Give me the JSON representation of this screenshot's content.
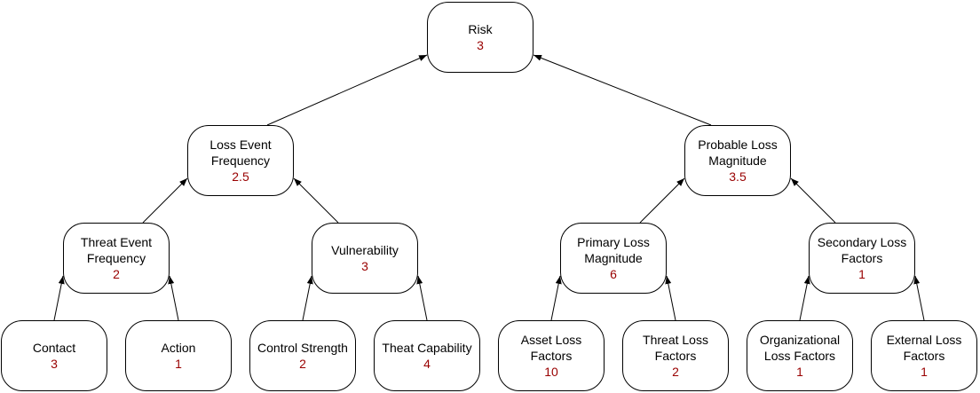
{
  "colors": {
    "value": "#990000",
    "border": "#000000",
    "edge": "#000000"
  },
  "nodes": {
    "risk": {
      "label": "Risk",
      "value": "3"
    },
    "lef": {
      "label": "Loss Event\nFrequency",
      "value": "2.5"
    },
    "plm": {
      "label": "Probable Loss\nMagnitude",
      "value": "3.5"
    },
    "tef": {
      "label": "Threat Event\nFrequency",
      "value": "2"
    },
    "vuln": {
      "label": "Vulnerability",
      "value": "3"
    },
    "prim": {
      "label": "Primary Loss\nMagnitude",
      "value": "6"
    },
    "sec": {
      "label": "Secondary Loss\nFactors",
      "value": "1"
    },
    "contact": {
      "label": "Contact",
      "value": "3"
    },
    "action": {
      "label": "Action",
      "value": "1"
    },
    "cs": {
      "label": "Control Strength",
      "value": "2"
    },
    "tc": {
      "label": "Theat Capability",
      "value": "4"
    },
    "alf": {
      "label": "Asset Loss\nFactors",
      "value": "10"
    },
    "tlf": {
      "label": "Threat Loss\nFactors",
      "value": "2"
    },
    "olf": {
      "label": "Organizational\nLoss Factors",
      "value": "1"
    },
    "elf": {
      "label": "External Loss\nFactors",
      "value": "1"
    }
  },
  "edges": [
    [
      "lef",
      "risk"
    ],
    [
      "plm",
      "risk"
    ],
    [
      "tef",
      "lef"
    ],
    [
      "vuln",
      "lef"
    ],
    [
      "prim",
      "plm"
    ],
    [
      "sec",
      "plm"
    ],
    [
      "contact",
      "tef"
    ],
    [
      "action",
      "tef"
    ],
    [
      "cs",
      "vuln"
    ],
    [
      "tc",
      "vuln"
    ],
    [
      "alf",
      "prim"
    ],
    [
      "tlf",
      "prim"
    ],
    [
      "olf",
      "sec"
    ],
    [
      "elf",
      "sec"
    ]
  ]
}
